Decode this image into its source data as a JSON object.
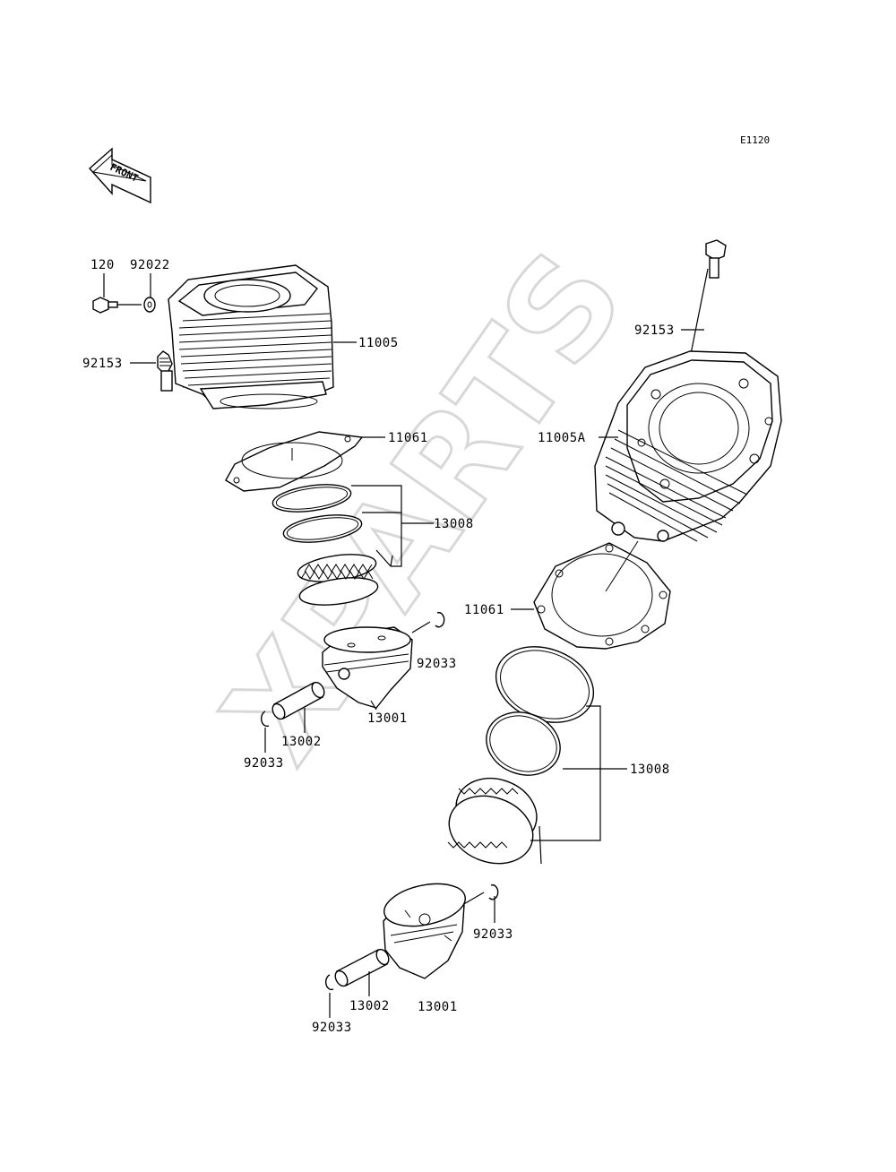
{
  "diagram_code": "E1120",
  "front_arrow_text": "FRONT",
  "watermark": "XPARTS",
  "labels": {
    "l_120": "120",
    "l_92022": "92022",
    "l_92153_a": "92153",
    "l_11005": "11005",
    "l_11061_a": "11061",
    "l_13008_a": "13008",
    "l_92033_a": "92033",
    "l_13001_a": "13001",
    "l_13002_a": "13002",
    "l_92033_b": "92033",
    "l_92153_b": "92153",
    "l_11005A": "11005A",
    "l_11061_b": "11061",
    "l_13008_b": "13008",
    "l_92033_c": "92033",
    "l_13002_b": "13002",
    "l_13001_b": "13001",
    "l_92033_d": "92033"
  }
}
